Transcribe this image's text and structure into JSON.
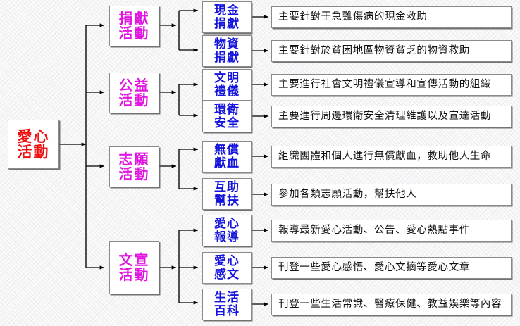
{
  "diagram": {
    "title": "愛心活動",
    "root": {
      "label": "愛心活動"
    },
    "categories": [
      {
        "label": "捐獻活動"
      },
      {
        "label": "公益活動"
      },
      {
        "label": "志願活動"
      },
      {
        "label": "文宣活動"
      }
    ],
    "leaves": [
      {
        "label": "現金捐獻"
      },
      {
        "label": "物資捐獻"
      },
      {
        "label": "文明禮儀"
      },
      {
        "label": "環衛安全"
      },
      {
        "label": "無償獻血"
      },
      {
        "label": "互助幫扶"
      },
      {
        "label": "愛心報導"
      },
      {
        "label": "愛心感文"
      },
      {
        "label": "生活百科"
      }
    ],
    "descriptions": [
      {
        "text": "主要針對于急難傷病的現金救助"
      },
      {
        "text": "主要針對於貧困地區物資貧乏的物資救助"
      },
      {
        "text": "主要進行社會文明禮儀宣導和宣傳活動的組織"
      },
      {
        "text": "主要進行周邊環衛安全清理維護以及宣達活動"
      },
      {
        "text": "組織團體和個人進行無償獻血，救助他人生命"
      },
      {
        "text": "參加各類志願活動，幫扶他人"
      },
      {
        "text": "報導最新愛心活動、公告、愛心熱點事件"
      },
      {
        "text": "刊登一些愛心感悟、愛心文摘等愛心文章"
      },
      {
        "text": "刊登一些生活常識、醫療保健、教益娛樂等內容"
      }
    ],
    "colors": {
      "root_text": "#ee1111",
      "category_text": "#e016e0",
      "leaf_text": "#1414dd",
      "description_text": "#111111",
      "border": "#8a8a8a",
      "connector": "#000000",
      "background": "#fbfbfb"
    }
  }
}
